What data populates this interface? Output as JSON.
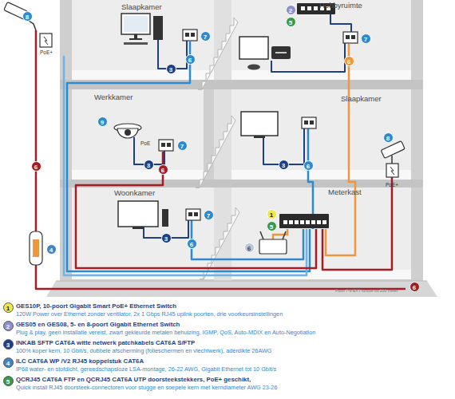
{
  "diagram": {
    "nodes": [
      {
        "text": [
          "Slaapkamer"
        ]
      },
      {
        "text": [
          "Hobbyruimte"
        ]
      },
      {
        "text": [
          "Werkkamer"
        ]
      },
      {
        "text": [
          "Slaapkamer"
        ]
      },
      {
        "text": [
          "Woonkamer"
        ]
      },
      {
        "text": [
          "Meterkast"
        ]
      }
    ],
    "labels": [
      "8",
      "2",
      "5",
      "PoE+",
      "7",
      "7",
      "6",
      "6",
      "3",
      "9",
      "8",
      "PoE",
      "7",
      "3",
      "6",
      "3",
      "6",
      "6",
      "PoE+",
      "1",
      "7",
      "5",
      "3",
      "6",
      "4",
      "6",
      "6",
      "Poort 7-8 EXT functie tot 250 meter",
      "1",
      "120W Power over Ethernet zonder ventilator, 2x 1 Gbps RJ45 uplink poorten, drie voorkeursinstellingen",
      "2",
      "Plug & play, geen installatie vereist, zwart gekleurde metalen behuizing, IGMP, QoS, Auto-MDIX en Auto-Negotiation",
      "3",
      "100% koper kern, 10 Gbit/s, dubbele afscherming (folieschermen en vlechtwerk), aderdikte 26AWG",
      "4",
      "IP68 water- en stofdicht, gereedschapsloze LSA-montage, 26-22 AWG, Gigabit Ethernet tot 10 Gbit/s",
      "5",
      "Quick install RJ45 doorsteek-connectoren voor stugge en soepele kern met kerndiameter AWG 23-26"
    ],
    "legend": [
      {
        "text": "GES10P, 10-poort Gigabit Smart PoE+ Ethernet Switch",
        "color": "#f2e84a"
      },
      {
        "text": "GES05 en GES08, 5- en 8-poort Gigabit Ethernet Switch",
        "color": "#8f8fd0"
      },
      {
        "text": "INKAB SFTP CAT6A witte netwerk patchkabels CAT6A S/FTP",
        "color": "#1d3f8a"
      },
      {
        "text": "ILC CAT6A WP /V2 RJ45 koppelstuk CAT6A",
        "color": "#3c86c6"
      },
      {
        "text": "QCRJ45 CAT6A FTP en QCRJ45 CAT6A UTP doorsteekstekkers, PoE+ geschikt,",
        "color": "#3a9a48"
      }
    ]
  }
}
